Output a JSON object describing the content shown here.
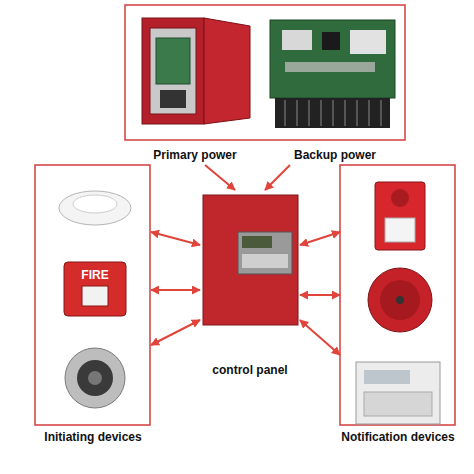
{
  "diagram": {
    "nodes": [
      {
        "text": [
          "Primary power"
        ]
      },
      {
        "text": [
          "Backup power"
        ]
      },
      {
        "text": [
          "control panel"
        ]
      },
      {
        "text": [
          "Initiating devices"
        ]
      },
      {
        "text": [
          "Notification devices"
        ]
      }
    ],
    "edges": [
      {
        "from": 0,
        "to": 2,
        "arrow": "to"
      },
      {
        "from": 1,
        "to": 2,
        "arrow": "to"
      },
      {
        "from": 3,
        "to": 2,
        "arrow": "both"
      },
      {
        "from": 3,
        "to": 2,
        "arrow": "both"
      },
      {
        "from": 3,
        "to": 2,
        "arrow": "both"
      },
      {
        "from": 2,
        "to": 4,
        "arrow": "both"
      },
      {
        "from": 2,
        "to": 4,
        "arrow": "both"
      },
      {
        "from": 2,
        "to": 4,
        "arrow": "both"
      }
    ],
    "labels": [
      "FIRE"
    ]
  }
}
